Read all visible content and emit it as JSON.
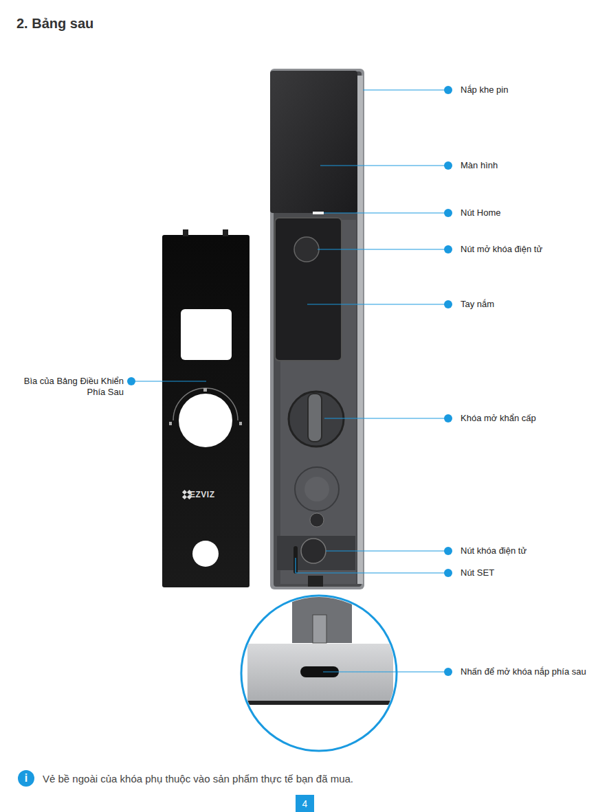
{
  "diagram": {
    "title": "2. Bảng sau",
    "nodes": [
      {
        "text": [
          "i"
        ]
      },
      {
        "text": [
          "4"
        ]
      }
    ],
    "labels": [
      "Nắp khe pin",
      "Màn hình",
      "Nút Home",
      "Nút mở khóa điện tử",
      "Tay nắm",
      "Bìa của Bảng Điều Khiển Phía Sau",
      "EZVIZ",
      "Khóa mở khẩn cấp",
      "Nút khóa điện tử",
      "Nút SET",
      "Nhấn để mở khóa nắp phía sau",
      "Vẻ bề ngoài của khóa phụ thuộc vào sản phẩm thực tế bạn đã mua."
    ]
  }
}
